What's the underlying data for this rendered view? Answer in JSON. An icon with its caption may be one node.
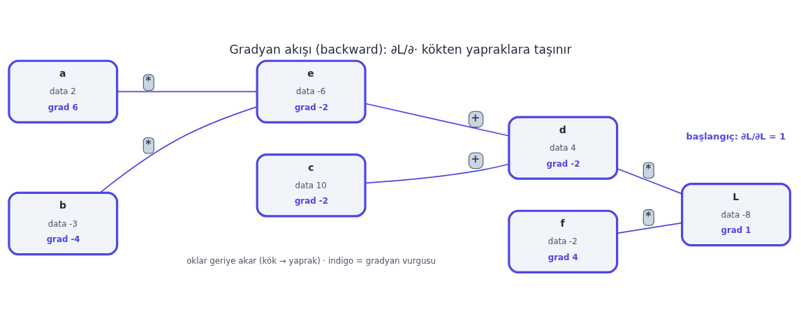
{
  "diagram": {
    "title": "Gradyan akışı (backward): ∂L/∂· kökten yapraklara taşınır",
    "caption": "oklar geriye akar (kök → yaprak) · indigo = gradyan vurgusu",
    "nodes": [
      {
        "text": [
          "a",
          "data 2",
          "grad 6"
        ]
      },
      {
        "text": [
          "c",
          "data 10",
          "grad -2"
        ]
      },
      {
        "text": [
          "d",
          "data 4",
          "grad -2"
        ]
      },
      {
        "text": [
          "L",
          "data -8",
          "grad 1"
        ]
      },
      {
        "text": [
          "b",
          "data -3",
          "grad -4"
        ]
      },
      {
        "text": [
          "e",
          "data -6",
          "grad -2"
        ]
      },
      {
        "text": [
          "f",
          "data -2",
          "grad 4"
        ]
      }
    ],
    "edges": [
      {
        "from": 0,
        "to": 5,
        "arrow": "none",
        "label": "*"
      },
      {
        "from": 4,
        "to": 5,
        "arrow": "none",
        "label": "*"
      },
      {
        "from": 1,
        "to": 2,
        "arrow": "none",
        "label": "+"
      },
      {
        "from": 5,
        "to": 2,
        "arrow": "none",
        "label": "+"
      },
      {
        "from": 2,
        "to": 3,
        "arrow": "none",
        "label": "*"
      },
      {
        "from": 6,
        "to": 3,
        "arrow": "none",
        "label": "*"
      }
    ],
    "labels": [
      "başlangıç: ∂L/∂L = 1"
    ]
  }
}
